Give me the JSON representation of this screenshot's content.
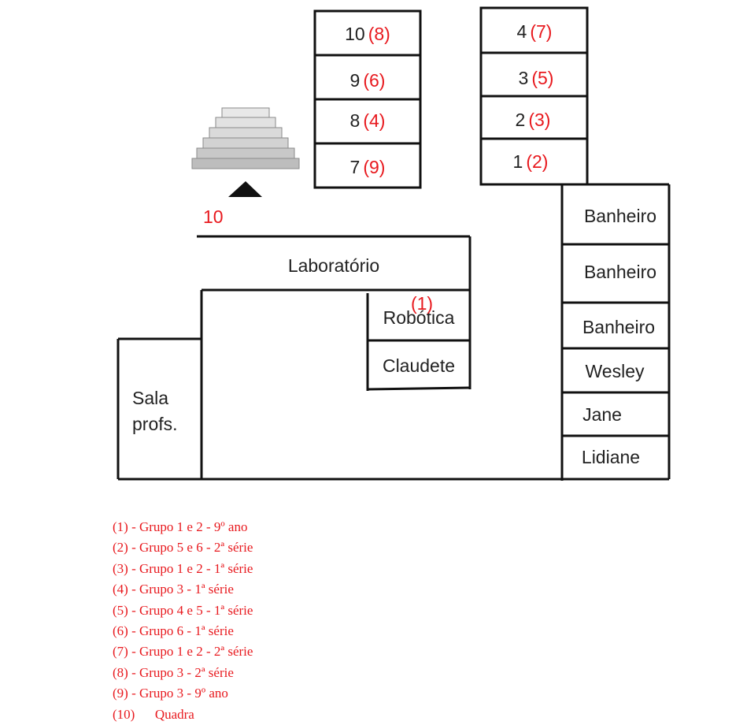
{
  "colors": {
    "accent_red": "#e8191e",
    "wall": "#111111",
    "stairs": "#bdbdbd"
  },
  "block_left": [
    {
      "room": "10",
      "group": "(8)"
    },
    {
      "room": "9",
      "group": "(6)"
    },
    {
      "room": "8",
      "group": "(4)"
    },
    {
      "room": "7",
      "group": "(9)"
    }
  ],
  "block_right": [
    {
      "room": "4",
      "group": "(7)"
    },
    {
      "room": "3",
      "group": "(5)"
    },
    {
      "room": "2",
      "group": "(3)"
    },
    {
      "room": "1",
      "group": "(2)"
    }
  ],
  "stairs_label": "10",
  "labels": {
    "laboratorio": "Laboratório",
    "robotica": "Robótica",
    "robotica_group": "(1)",
    "claudete": "Claudete",
    "sala_profs_line1": "Sala",
    "sala_profs_line2": "profs."
  },
  "right_column": [
    "Banheiro",
    "Banheiro",
    "Banheiro",
    "Wesley",
    "Jane",
    "Lidiane"
  ],
  "legend": [
    {
      "num": "(1)",
      "text": " - Grupo 1 e 2 - 9º ano"
    },
    {
      "num": "(2)",
      "text": " - Grupo 5 e 6 - 2ª série"
    },
    {
      "num": "(3)",
      "text": " - Grupo 1 e 2 - 1ª série"
    },
    {
      "num": "(4)",
      "text": " - Grupo 3 - 1ª série"
    },
    {
      "num": "(5)",
      "text": " - Grupo 4 e 5 - 1ª série"
    },
    {
      "num": "(6)",
      "text": " - Grupo 6 - 1ª série"
    },
    {
      "num": "(7)",
      "text": " - Grupo 1 e 2 - 2ª série"
    },
    {
      "num": "(8)",
      "text": " - Grupo 3 - 2ª série"
    },
    {
      "num": "(9)",
      "text": " - Grupo 3 - 9º ano"
    },
    {
      "num": "(10)",
      "text": "      Quadra"
    }
  ]
}
